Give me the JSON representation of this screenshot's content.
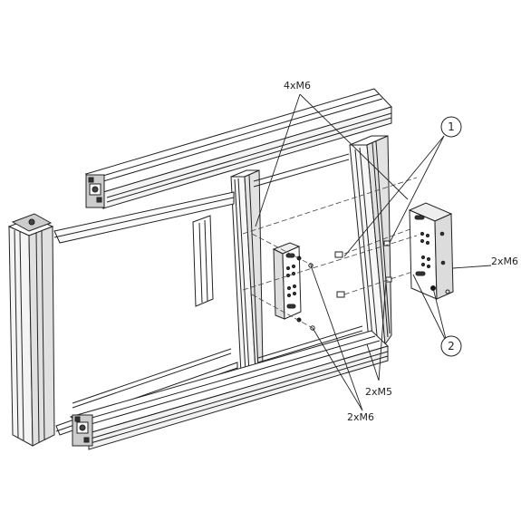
{
  "labels": {
    "m6_top": "4xM6",
    "m6_right": "2xM6",
    "m5_bottom": "2xM5",
    "m6_bottom": "2xM6"
  },
  "callouts": {
    "one": "1",
    "two": "2"
  }
}
